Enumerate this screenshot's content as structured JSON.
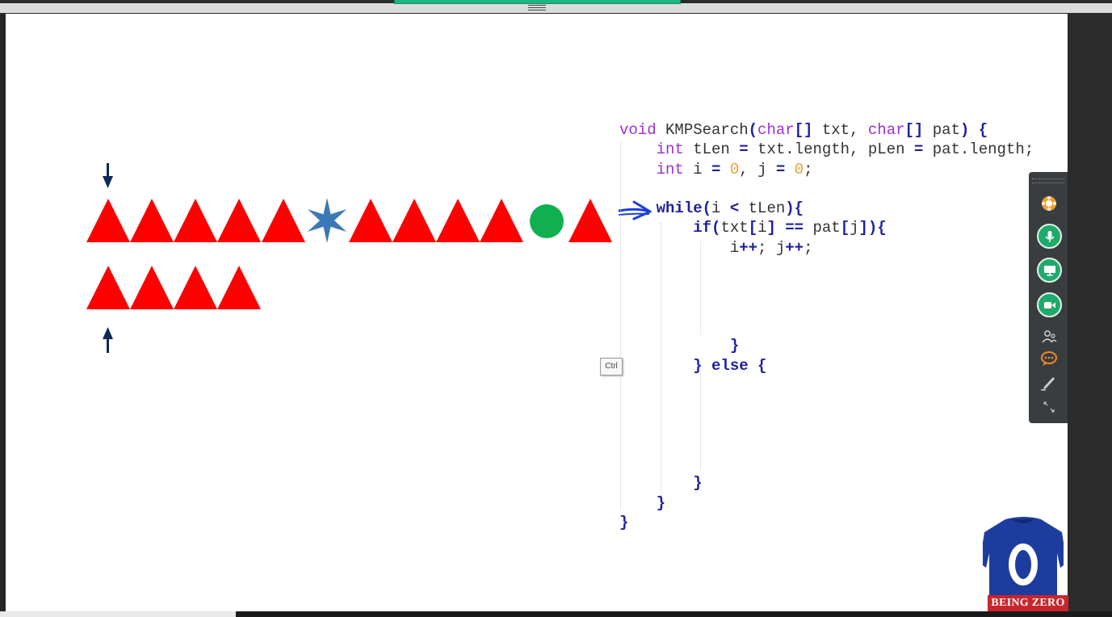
{
  "code": {
    "lines": [
      {
        "parts": [
          {
            "t": "void",
            "c": "kw"
          },
          {
            "t": " KMPSearch",
            "c": ""
          },
          {
            "t": "(",
            "c": "bold"
          },
          {
            "t": "char",
            "c": "kw"
          },
          {
            "t": "[]",
            "c": "bold"
          },
          {
            "t": " txt, ",
            "c": ""
          },
          {
            "t": "char",
            "c": "kw"
          },
          {
            "t": "[]",
            "c": "bold"
          },
          {
            "t": " pat",
            "c": ""
          },
          {
            "t": ")",
            "c": "bold"
          },
          {
            "t": " {",
            "c": "bold"
          }
        ]
      },
      {
        "parts": [
          {
            "t": "    ",
            "c": ""
          },
          {
            "t": "int",
            "c": "kw"
          },
          {
            "t": " tLen ",
            "c": ""
          },
          {
            "t": "=",
            "c": "bold"
          },
          {
            "t": " txt.length, pLen ",
            "c": ""
          },
          {
            "t": "=",
            "c": "bold"
          },
          {
            "t": " pat.length;",
            "c": ""
          }
        ]
      },
      {
        "parts": [
          {
            "t": "    ",
            "c": ""
          },
          {
            "t": "int",
            "c": "kw"
          },
          {
            "t": " i ",
            "c": ""
          },
          {
            "t": "=",
            "c": "bold"
          },
          {
            "t": " ",
            "c": ""
          },
          {
            "t": "0",
            "c": "num"
          },
          {
            "t": ", j ",
            "c": ""
          },
          {
            "t": "=",
            "c": "bold"
          },
          {
            "t": " ",
            "c": ""
          },
          {
            "t": "0",
            "c": "num"
          },
          {
            "t": ";",
            "c": ""
          }
        ]
      },
      {
        "parts": [
          {
            "t": "",
            "c": ""
          }
        ]
      },
      {
        "parts": [
          {
            "t": "    ",
            "c": ""
          },
          {
            "t": "while",
            "c": "bold"
          },
          {
            "t": "(",
            "c": "bold"
          },
          {
            "t": "i ",
            "c": ""
          },
          {
            "t": "<",
            "c": "bold"
          },
          {
            "t": " tLen",
            "c": ""
          },
          {
            "t": "){",
            "c": "bold"
          }
        ]
      },
      {
        "parts": [
          {
            "t": "        ",
            "c": ""
          },
          {
            "t": "if",
            "c": "bold"
          },
          {
            "t": "(",
            "c": "bold"
          },
          {
            "t": "txt",
            "c": ""
          },
          {
            "t": "[",
            "c": "bold"
          },
          {
            "t": "i",
            "c": ""
          },
          {
            "t": "]",
            "c": "bold"
          },
          {
            "t": " ",
            "c": ""
          },
          {
            "t": "==",
            "c": "bold"
          },
          {
            "t": " pat",
            "c": ""
          },
          {
            "t": "[",
            "c": "bold"
          },
          {
            "t": "j",
            "c": ""
          },
          {
            "t": "]){",
            "c": "bold"
          }
        ]
      },
      {
        "parts": [
          {
            "t": "            i",
            "c": ""
          },
          {
            "t": "++",
            "c": "bold"
          },
          {
            "t": "; j",
            "c": ""
          },
          {
            "t": "++",
            "c": "bold"
          },
          {
            "t": ";",
            "c": ""
          }
        ]
      },
      {
        "parts": [
          {
            "t": "",
            "c": ""
          }
        ]
      },
      {
        "parts": [
          {
            "t": "",
            "c": ""
          }
        ]
      },
      {
        "parts": [
          {
            "t": "",
            "c": ""
          }
        ]
      },
      {
        "parts": [
          {
            "t": "",
            "c": ""
          }
        ]
      },
      {
        "parts": [
          {
            "t": "            ",
            "c": ""
          },
          {
            "t": "}",
            "c": "bold"
          }
        ]
      },
      {
        "parts": [
          {
            "t": "        ",
            "c": ""
          },
          {
            "t": "} else {",
            "c": "bold"
          }
        ]
      },
      {
        "parts": [
          {
            "t": "",
            "c": ""
          }
        ]
      },
      {
        "parts": [
          {
            "t": "",
            "c": ""
          }
        ]
      },
      {
        "parts": [
          {
            "t": "",
            "c": ""
          }
        ]
      },
      {
        "parts": [
          {
            "t": "",
            "c": ""
          }
        ]
      },
      {
        "parts": [
          {
            "t": "",
            "c": ""
          }
        ]
      },
      {
        "parts": [
          {
            "t": "        ",
            "c": ""
          },
          {
            "t": "}",
            "c": "bold"
          }
        ]
      },
      {
        "parts": [
          {
            "t": "    ",
            "c": ""
          },
          {
            "t": "}",
            "c": "bold"
          }
        ]
      },
      {
        "parts": [
          {
            "t": "}",
            "c": "bold"
          }
        ]
      }
    ]
  },
  "tooltip": "Ctrl",
  "logo": {
    "number": "0",
    "text": "BEING ZERO"
  },
  "colors": {
    "triangle": "#ff0000",
    "star": "#3b78b5",
    "circle": "#10b050",
    "arrow": "#0d2a5c",
    "pointer": "#1a3ee0"
  },
  "toolbar_icons": [
    "puzzle-icon",
    "microphone-icon",
    "screen-share-icon",
    "video-camera-icon",
    "participants-icon",
    "chat-icon",
    "pen-icon",
    "expand-icon"
  ]
}
